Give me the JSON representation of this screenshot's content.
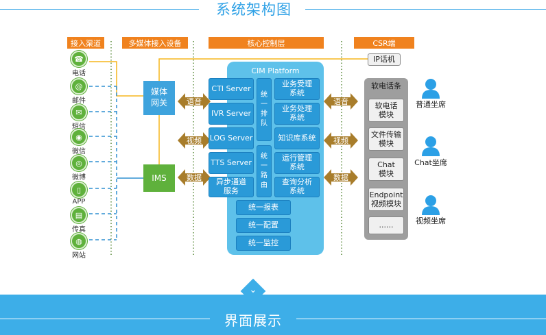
{
  "top_title": "系统架构图",
  "bottom_title": "界面展示",
  "headers": {
    "access": "接入渠道",
    "media": "多媒体接入设备",
    "core": "核心控制层",
    "csr": "CSR端"
  },
  "channels": [
    {
      "label": "电话",
      "icon": "☎"
    },
    {
      "label": "邮件",
      "icon": "@"
    },
    {
      "label": "短信",
      "icon": "✉"
    },
    {
      "label": "微信",
      "icon": "◉"
    },
    {
      "label": "微博",
      "icon": "◎"
    },
    {
      "label": "APP",
      "icon": "▯"
    },
    {
      "label": "传真",
      "icon": "▤"
    },
    {
      "label": "网站",
      "icon": "◍"
    }
  ],
  "media_devices": {
    "gateway": "媒体\n网关",
    "ims": "IMS"
  },
  "arrow_tags": [
    "语音",
    "视频",
    "数据"
  ],
  "core": {
    "platform_title": "CIM Platform",
    "servers": [
      "CTI Server",
      "IVR Server",
      "LOG Server",
      "TTS Server",
      "异步通道\n服务"
    ],
    "center_top": "统\n一\n排\n队",
    "center_bottom": "统\n一\n路\n由",
    "systems": [
      "业务受理\n系统",
      "业务处理\n系统",
      "知识库系统",
      "运行管理\n系统",
      "查询分析\n系统"
    ],
    "bottom_bars": [
      "统一报表",
      "统一配置",
      "统一监控"
    ]
  },
  "csr": {
    "ip_phone": "IP话机",
    "softphone_title": "软电话条",
    "modules": [
      "软电话\n模块",
      "文件传输\n模块",
      "Chat\n模块",
      "Endpoint\n视频模块",
      "......"
    ],
    "agents": [
      "普通坐席",
      "Chat坐席",
      "视频坐席"
    ]
  },
  "colors": {
    "accent_blue": "#2ca0e6",
    "header_orange": "#f0821e",
    "arrow_brown": "#a87d2b",
    "channel_green": "#5fb13c",
    "band_blue": "#3daee8"
  }
}
